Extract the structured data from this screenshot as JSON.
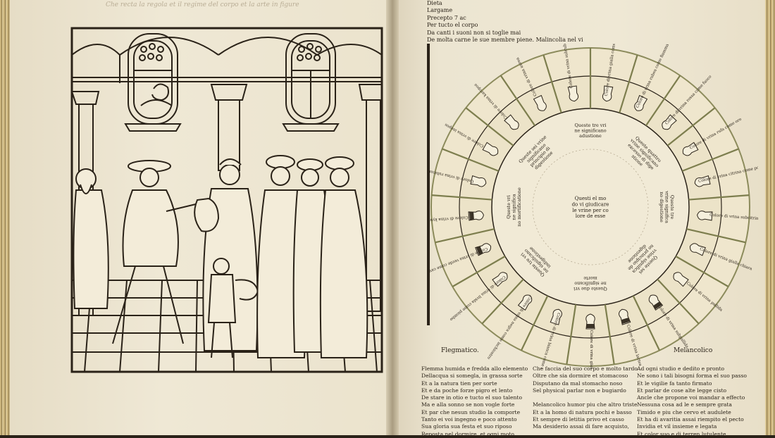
{
  "left_page": {
    "running_head": "Che recta la regola et il regime del corpo et la arte in figure"
  },
  "right_page": {
    "verses_top": [
      "Dieta",
      "Largame",
      "Precepto 7 ac",
      "Per tucto el corpo",
      "Da canti i suoni non si toglie mai",
      "De molta carne le sue membre piene.     Malincolia nel vi"
    ],
    "wheel": {
      "inner_center_text": [
        "Questi el mo",
        "do vi giudicare",
        "le vrine per co",
        "lore de esse"
      ],
      "inner_ring_texts": [
        [
          "Queste tre vri",
          "ne significano",
          "adustione"
        ],
        [
          "Queste quattro",
          "vrine significano",
          "excesso di dige",
          "stione"
        ],
        [
          "Queste tre",
          "vrine significa",
          "no digestione"
        ],
        [
          "Queste sei",
          "vrine significa",
          "no principio de",
          "digestione"
        ],
        [
          "Queste due vri",
          "ne significano",
          "morte"
        ],
        [
          "Queste tre vri",
          "ne significano",
          "indigestione"
        ],
        [
          "Queste vri",
          "ne significa",
          "no mortificatione"
        ],
        [
          "Queste sei vrine",
          "significano",
          "principio di",
          "digestione"
        ]
      ],
      "outer_segment_labels": [
        "Colore di vrina gialla come ignea",
        "Colore di vrina rubea come fiamma",
        "Colore di vrina rossa come fuoco",
        "Colore di vrina rufa come oro",
        "Colore di vrina citrina come pomo",
        "Colore di vrina subcitrina",
        "Colore di vrina gialla chiara",
        "Colore di vrina pallida",
        "Colore di vrina subpallida",
        "Colore di vrina lactea",
        "Colore di vrina glauca",
        "Colore di vrina bianca come acqua",
        "Colore di vrina negra come inchiostro",
        "Colore di vrina livida come piombo",
        "Colore di vrina verde come cavolo",
        "Colore di vrina kyanos",
        "Colore di vrina rubicunda",
        "Colore di vrina inopos",
        "Colore di vrina karopos",
        "Colore di vrina aurea",
        "Colore di vrina subrubea"
      ]
    },
    "humor_labels": {
      "left": "Flegmatico.",
      "right": "Melancolico"
    },
    "poem_columns": [
      [
        "Flemma humida e fredda allo elemento",
        "Dellacqua si somegla, in grassa sorte",
        "Et a la natura tien per sorte",
        "Et e da poche forze pigro et lento",
        "De stare in otio e tucto el suo talento",
        "Ma e alla sonno se non vogle forte",
        "Et par che nesun studio la comporte",
        "Tanto ei voi ingegno e poco attento",
        "Sua gloria sua festa et suo riposo",
        "Reposta nel dormire, et ogni moto"
      ],
      [
        "Che faccia del suo corpo e molto tardo",
        "Oltre che sia dormire et stomacoso",
        "Disputano da mal stomacho noso",
        "Sel physical parlar non e bugiardo",
        "",
        "Melancolico humor piu che altro triste",
        "Et a la homo di natura pochi e basso",
        "Et sempre di letitia privo et casso",
        "Ma desiderio assai di fare acquisto,"
      ],
      [
        "Ad ogni studio e dedito e pronto",
        "Ne sono i tali bisogni forma el suo passo",
        "Et le vigilie fa tanto firmato",
        "Et parlar de cose alte legge cisto",
        "Ancle che propone voi mandar a effecto",
        "Nessuna cosa ad le e sempre grata",
        "Timido e piu che cervo et audulete",
        "Et ha di avaritia assai riempito el pecto",
        "Invidia et vil insieme e legata",
        "Et color suo e di terren lutulente"
      ]
    ]
  }
}
